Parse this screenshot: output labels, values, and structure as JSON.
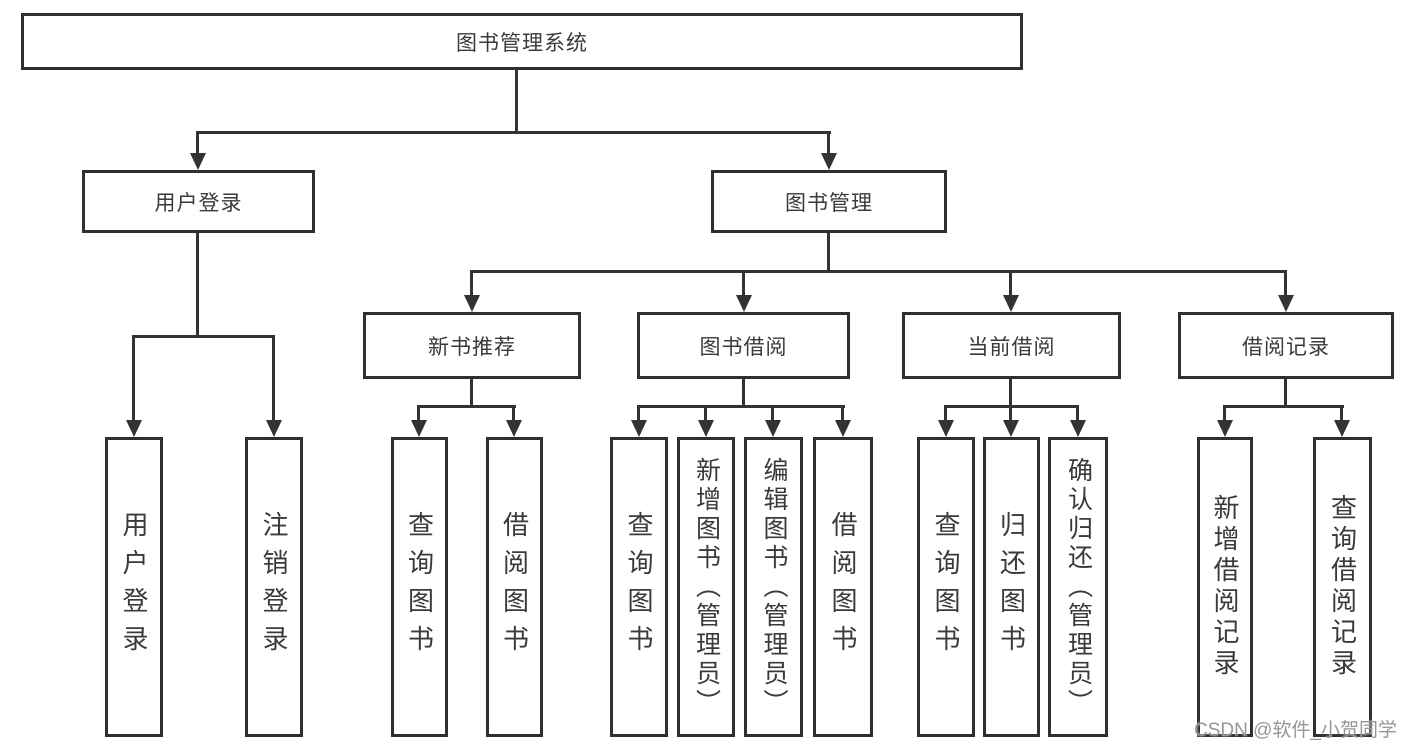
{
  "diagram": {
    "root": {
      "label": "图书管理系统"
    },
    "branches": [
      {
        "label": "用户登录",
        "children": [
          {
            "label": "用户登录"
          },
          {
            "label": "注销登录"
          }
        ]
      },
      {
        "label": "图书管理",
        "children": [
          {
            "label": "新书推荐",
            "children": [
              {
                "label": "查询图书"
              },
              {
                "label": "借阅图书"
              }
            ]
          },
          {
            "label": "图书借阅",
            "children": [
              {
                "label": "查询图书"
              },
              {
                "label": "新增图书（管理员）"
              },
              {
                "label": "编辑图书（管理员）"
              },
              {
                "label": "借阅图书"
              }
            ]
          },
          {
            "label": "当前借阅",
            "children": [
              {
                "label": "查询图书"
              },
              {
                "label": "归还图书"
              },
              {
                "label": "确认归还（管理员）"
              }
            ]
          },
          {
            "label": "借阅记录",
            "children": [
              {
                "label": "新增借阅记录"
              },
              {
                "label": "查询借阅记录"
              }
            ]
          }
        ]
      }
    ]
  },
  "watermark": {
    "text": "CSDN @软件_小贺同学"
  },
  "colors": {
    "line": "#333333",
    "border": "#2f2f2f",
    "text": "#3a3a3a",
    "watermark": "#969696",
    "bg": "#ffffff"
  }
}
